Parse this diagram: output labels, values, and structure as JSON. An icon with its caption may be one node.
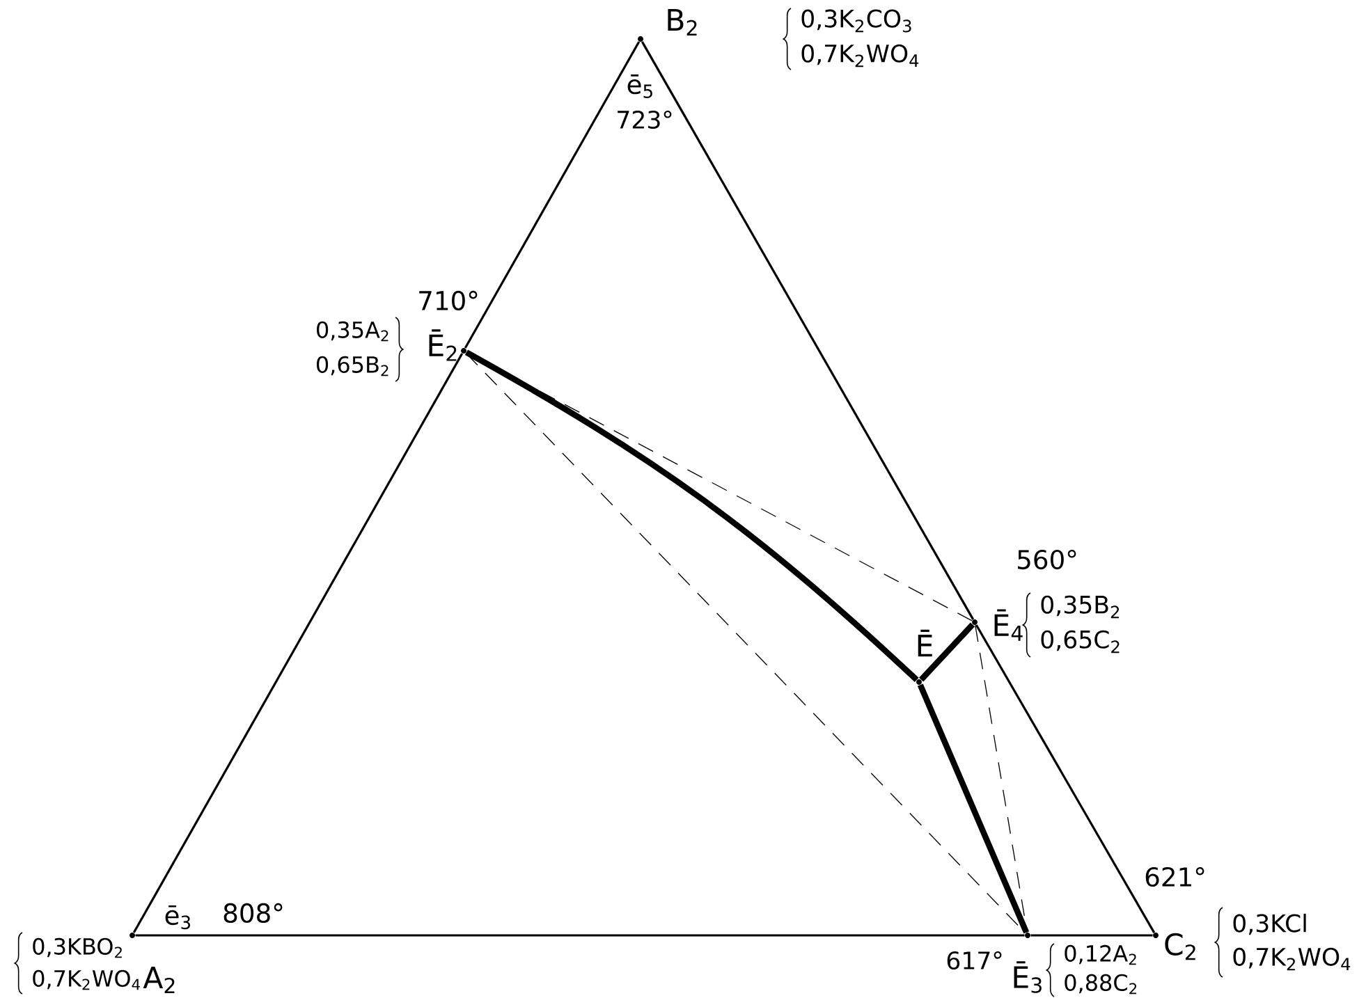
{
  "diagram": {
    "nodes": [
      {
        "text": [
          "B$_{2}$"
        ],
        "beside": [
          "0,3K$_{2}$CO$_{3}$",
          "0,7K$_{2}$WO$_{4}$",
          "ē$_{5}$",
          "723°"
        ]
      },
      {
        "text": [
          "Ē$_{2}$"
        ],
        "beside": [
          "710°",
          "0,35A$_{2}$",
          "0,65B$_{2}$"
        ]
      },
      {
        "text": [
          "Ē$_{4}$"
        ],
        "beside": [
          "560°",
          "0,35B$_{2}$",
          "0,65C$_{2}$"
        ]
      },
      {
        "text": [
          "Ē"
        ]
      },
      {
        "text": [
          "A$_{2}$"
        ],
        "beside": [
          "0,3KBO$_{2}$",
          "0,7K$_{2}$WO$_{4}$",
          "ē$_{3}$",
          "808°"
        ]
      },
      {
        "text": [
          "Ē$_{3}$"
        ],
        "beside": [
          "617°",
          "0,12A$_{2}$",
          "0,88C$_{2}$"
        ]
      },
      {
        "text": [
          "C$_{2}$"
        ],
        "beside": [
          "621°",
          "0,3KCl",
          "0,7K$_{2}$WO$_{4}$"
        ]
      }
    ],
    "edges": [
      {
        "from": 4,
        "to": 1,
        "arrow": "none"
      },
      {
        "from": 1,
        "to": 0,
        "arrow": "none"
      },
      {
        "from": 0,
        "to": 2,
        "arrow": "none"
      },
      {
        "from": 2,
        "to": 6,
        "arrow": "none"
      },
      {
        "from": 6,
        "to": 5,
        "arrow": "none"
      },
      {
        "from": 5,
        "to": 4,
        "arrow": "none"
      },
      {
        "from": 1,
        "to": 3,
        "arrow": "none",
        "style": "thick"
      },
      {
        "from": 3,
        "to": 2,
        "arrow": "none",
        "style": "thick"
      },
      {
        "from": 3,
        "to": 5,
        "arrow": "none",
        "style": "thick"
      },
      {
        "from": 1,
        "to": 2,
        "arrow": "none",
        "style": "dashed"
      },
      {
        "from": 1,
        "to": 5,
        "arrow": "none",
        "style": "dashed"
      },
      {
        "from": 2,
        "to": 5,
        "arrow": "none",
        "style": "dashed"
      }
    ]
  }
}
